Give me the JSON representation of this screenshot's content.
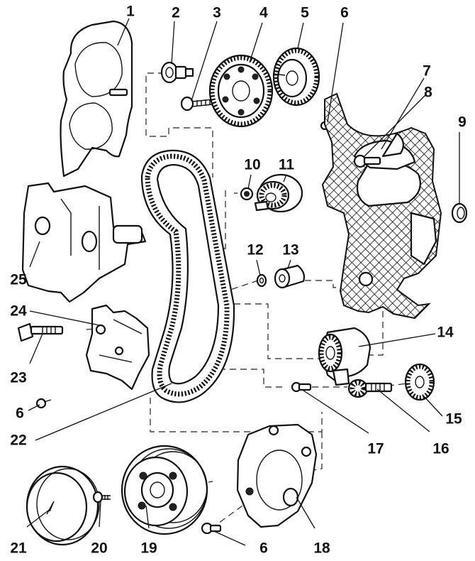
{
  "callouts": {
    "c1": "1",
    "c2": "2",
    "c3": "3",
    "c4": "4",
    "c5": "5",
    "c6a": "6",
    "c7": "7",
    "c8": "8",
    "c9": "9",
    "c10": "10",
    "c11": "11",
    "c12": "12",
    "c13": "13",
    "c14": "14",
    "c15": "15",
    "c16": "16",
    "c17": "17",
    "c18": "18",
    "c19": "19",
    "c20": "20",
    "c21": "21",
    "c22": "22",
    "c23": "23",
    "c24": "24",
    "c25": "25",
    "c6b": "6",
    "c6c": "6"
  }
}
